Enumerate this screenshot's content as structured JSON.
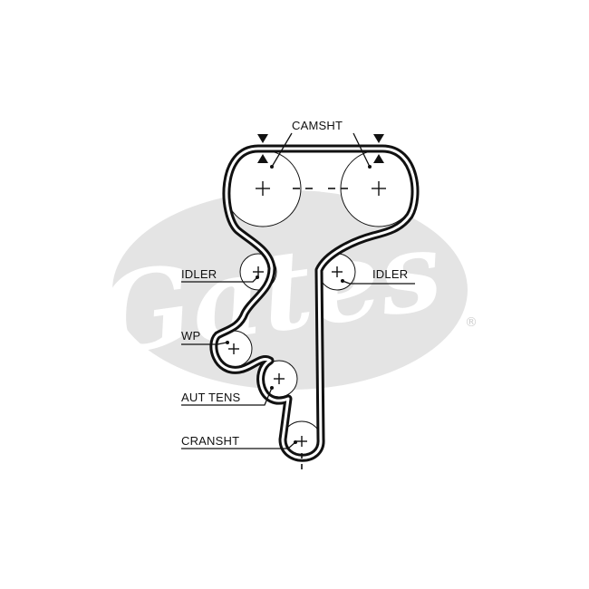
{
  "brand": {
    "logo_text": "Gates",
    "registered_mark": "®",
    "logo_color": "#e4e4e4"
  },
  "labels": {
    "camshaft": "CAMSHT",
    "idler_left": "IDLER",
    "idler_right": "IDLER",
    "water_pump": "WP",
    "auto_tensioner": "AUT TENS",
    "crankshaft": "CRANSHT"
  },
  "colors": {
    "line": "#111111",
    "background": "#ffffff"
  }
}
